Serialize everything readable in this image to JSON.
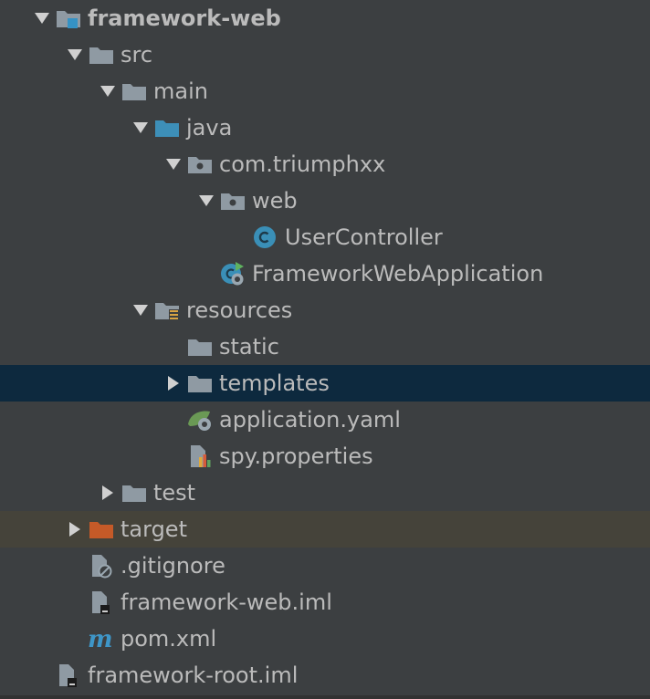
{
  "colors": {
    "background": "#3c3f41",
    "text": "#bbbbbb",
    "selected_row": "#0d293e",
    "excluded_row": "#45433a",
    "folder": "#8f9aa3",
    "source_folder": "#3d8fb8",
    "excluded_folder": "#c55a28",
    "class_icon": "#3a8fb7",
    "spring_green": "#6a9955"
  },
  "tree": [
    {
      "label": "framework-web",
      "bold": true,
      "depth": 0,
      "expanded": true,
      "icon": "module-folder-icon",
      "name": "tree-item-framework-web"
    },
    {
      "label": "src",
      "depth": 1,
      "expanded": true,
      "icon": "folder-icon",
      "name": "tree-item-src"
    },
    {
      "label": "main",
      "depth": 2,
      "expanded": true,
      "icon": "folder-icon",
      "name": "tree-item-main"
    },
    {
      "label": "java",
      "depth": 3,
      "expanded": true,
      "icon": "source-folder-icon",
      "name": "tree-item-java"
    },
    {
      "label": "com.triumphxx",
      "depth": 4,
      "expanded": true,
      "icon": "package-icon",
      "name": "tree-item-com-triumphxx"
    },
    {
      "label": "web",
      "depth": 5,
      "expanded": true,
      "icon": "package-icon",
      "name": "tree-item-web"
    },
    {
      "label": "UserController",
      "depth": 6,
      "icon": "class-icon",
      "name": "tree-item-usercontroller"
    },
    {
      "label": "FrameworkWebApplication",
      "depth": 5,
      "icon": "spring-boot-class-icon",
      "name": "tree-item-frameworkwebapplication"
    },
    {
      "label": "resources",
      "depth": 3,
      "expanded": true,
      "icon": "resources-folder-icon",
      "name": "tree-item-resources"
    },
    {
      "label": "static",
      "depth": 4,
      "icon": "folder-icon",
      "name": "tree-item-static"
    },
    {
      "label": "templates",
      "depth": 4,
      "expanded": false,
      "selected": true,
      "icon": "folder-icon",
      "name": "tree-item-templates"
    },
    {
      "label": "application.yaml",
      "depth": 4,
      "icon": "spring-config-icon",
      "name": "tree-item-application-yaml"
    },
    {
      "label": "spy.properties",
      "depth": 4,
      "icon": "properties-file-icon",
      "name": "tree-item-spy-properties"
    },
    {
      "label": "test",
      "depth": 2,
      "expanded": false,
      "icon": "folder-icon",
      "name": "tree-item-test"
    },
    {
      "label": "target",
      "depth": 1,
      "expanded": false,
      "excluded": true,
      "icon": "excluded-folder-icon",
      "name": "tree-item-target"
    },
    {
      "label": ".gitignore",
      "depth": 1,
      "icon": "ignore-file-icon",
      "name": "tree-item-gitignore"
    },
    {
      "label": "framework-web.iml",
      "depth": 1,
      "icon": "iml-file-icon",
      "name": "tree-item-framework-web-iml"
    },
    {
      "label": "pom.xml",
      "depth": 1,
      "icon": "maven-icon",
      "name": "tree-item-pom-xml"
    },
    {
      "label": "framework-root.iml",
      "depth": 0,
      "icon": "iml-file-icon",
      "name": "tree-item-framework-root-iml"
    }
  ]
}
